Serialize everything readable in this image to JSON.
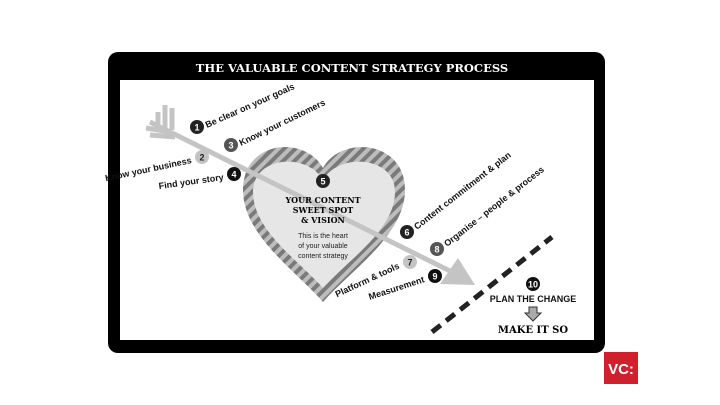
{
  "title": "THE VALUABLE CONTENT STRATEGY PROCESS",
  "steps": [
    {
      "n": "1",
      "label": "Be clear on your goals"
    },
    {
      "n": "2",
      "label": "Know your business"
    },
    {
      "n": "3",
      "label": "Know your customers"
    },
    {
      "n": "4",
      "label": "Find your story"
    },
    {
      "n": "5",
      "label": ""
    },
    {
      "n": "6",
      "label": "Content commitment & plan"
    },
    {
      "n": "7",
      "label": "Platform & tools"
    },
    {
      "n": "8",
      "label": "Organise – people & process"
    },
    {
      "n": "9",
      "label": "Measurement"
    },
    {
      "n": "10",
      "label": "PLAN THE CHANGE"
    }
  ],
  "heart": {
    "line1": "YOUR CONTENT",
    "line2": "SWEET SPOT",
    "line3": "& VISION",
    "sub1": "This is the heart",
    "sub2": "of your valuable",
    "sub3": "content strategy"
  },
  "final": "MAKE IT SO",
  "logo": "VC:",
  "colors": {
    "frame": "#000000",
    "logo": "#d0202e",
    "heart_fill": "#e6e6e6",
    "arrow": "#c4c4c4"
  }
}
